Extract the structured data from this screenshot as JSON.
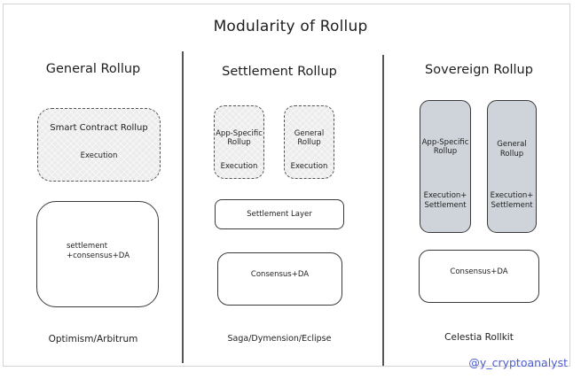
{
  "title": "Modularity of Rollup",
  "columns": [
    {
      "heading": "General Rollup",
      "modules": [
        {
          "title": "Smart Contract Rollup",
          "layer": "Execution",
          "style": "dashed-hatched"
        },
        {
          "text_line1": "settlement",
          "text_line2": "+consensus+DA",
          "style": "solid"
        }
      ],
      "examples": "Optimism/Arbitrum"
    },
    {
      "heading": "Settlement Rollup",
      "modules": [
        {
          "title_line1": "App-Specific",
          "title_line2": "Rollup",
          "layer": "Execution",
          "style": "dashed-hatched"
        },
        {
          "title_line1": "General",
          "title_line2": "Rollup",
          "layer": "Execution",
          "style": "dashed-hatched"
        },
        {
          "text": "Settlement Layer",
          "style": "solid"
        },
        {
          "text": "Consensus+DA",
          "style": "solid"
        }
      ],
      "examples": "Saga/Dymension/Eclipse"
    },
    {
      "heading": "Sovereign Rollup",
      "modules": [
        {
          "title_line1": "App-Specific",
          "title_line2": "Rollup",
          "layer_line1": "Execution+",
          "layer_line2": "Settlement",
          "style": "filled"
        },
        {
          "title_line1": "General",
          "title_line2": "Rollup",
          "layer_line1": "Execution+",
          "layer_line2": "Settlement",
          "style": "filled"
        },
        {
          "text": "Consensus+DA",
          "style": "solid"
        }
      ],
      "examples": "Celestia Rollkit"
    }
  ],
  "watermark": "@y_cryptoanalyst",
  "colors": {
    "stroke": "#1e1e1e",
    "hatched_fill": "#ececec",
    "filled_box": "#ced4da",
    "watermark": "#4b5bd1",
    "frame_border": "#d4d4d4"
  }
}
